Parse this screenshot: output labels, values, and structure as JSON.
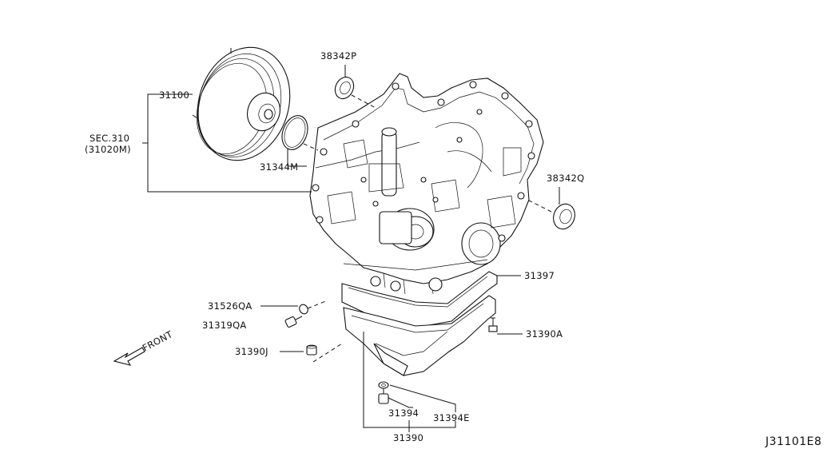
{
  "parts": {
    "p31100": "31100",
    "sec310_line1": "SEC.310",
    "sec310_line2": "(31020M)",
    "p38342p": "38342P",
    "p31344m": "31344M",
    "p38342q": "38342Q",
    "p31397": "31397",
    "p31526qa": "31526QA",
    "p31319qa": "31319QA",
    "p31390a": "31390A",
    "p31390j": "31390J",
    "p31394": "31394",
    "p31394e": "31394E",
    "p31390": "31390"
  },
  "direction_label": "FRONT",
  "reference_code": "J31101E8"
}
